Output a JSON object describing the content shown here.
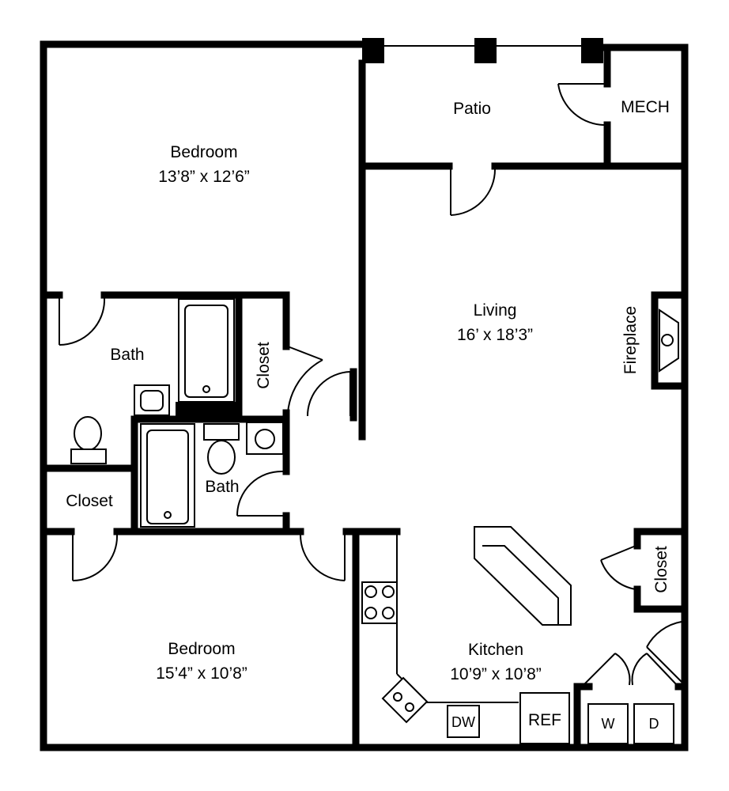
{
  "rooms": {
    "bedroom_top": {
      "name": "Bedroom",
      "size": "13’8” x 12’6”"
    },
    "patio": {
      "name": "Patio"
    },
    "mech": {
      "name": "MECH"
    },
    "bath_left": {
      "name": "Bath"
    },
    "closet_bath": {
      "name": "Closet"
    },
    "living": {
      "name": "Living",
      "size": "16’ x 18’3”"
    },
    "fireplace": {
      "name": "Fireplace"
    },
    "bath_center": {
      "name": "Bath"
    },
    "closet_left": {
      "name": "Closet"
    },
    "closet_right": {
      "name": "Closet"
    },
    "bedroom_bottom": {
      "name": "Bedroom",
      "size": "15’4” x 10’8”"
    },
    "kitchen": {
      "name": "Kitchen",
      "size": "10’9” x 10’8”"
    }
  },
  "appliances": {
    "dw": "DW",
    "ref": "REF",
    "washer": "W",
    "dryer": "D"
  }
}
